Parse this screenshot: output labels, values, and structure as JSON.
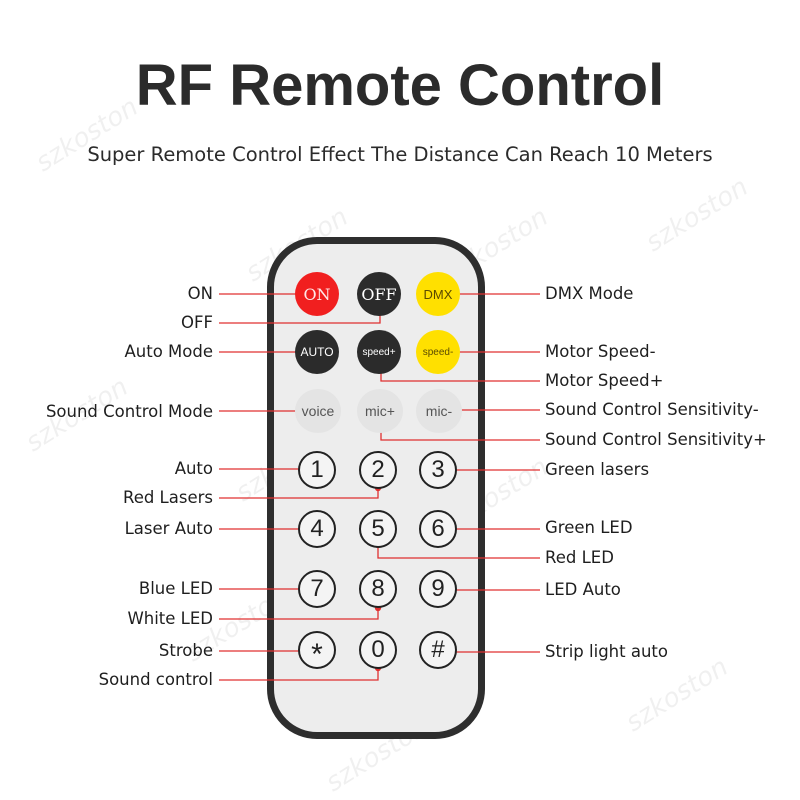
{
  "title": "RF Remote Control",
  "subtitle": "Super Remote Control Effect The Distance Can Reach 10 Meters",
  "watermark": "szkoston",
  "colors": {
    "leader": "#e03030",
    "button_red": "#f11f1f",
    "button_black": "#2b2b2b",
    "button_yellow": "#ffe000",
    "remote_body": "#ededed"
  },
  "buttons": {
    "on": "ON",
    "off": "OFF",
    "dmx": "DMX",
    "auto": "AUTO",
    "speed_plus": "speed+",
    "speed_minus": "speed-",
    "voice": "voice",
    "mic_plus": "mic+",
    "mic_minus": "mic-",
    "n1": "1",
    "n2": "2",
    "n3": "3",
    "n4": "4",
    "n5": "5",
    "n6": "6",
    "n7": "7",
    "n8": "8",
    "n9": "9",
    "star": "*",
    "n0": "0",
    "hash": "#"
  },
  "labels": {
    "on": "ON",
    "off": "OFF",
    "auto_mode": "Auto Mode",
    "sound_control_mode": "Sound Control Mode",
    "auto": "Auto",
    "red_lasers": "Red Lasers",
    "laser_auto": "Laser Auto",
    "blue_led": "Blue LED",
    "white_led": "White LED",
    "strobe": "Strobe",
    "sound_control": "Sound control",
    "dmx_mode": "DMX Mode",
    "motor_speed_minus": "Motor Speed-",
    "motor_speed_plus": "Motor Speed+",
    "sound_sens_minus": "Sound Control Sensitivity-",
    "sound_sens_plus": "Sound Control Sensitivity+",
    "green_lasers": "Green lasers",
    "green_led": "Green LED",
    "red_led": "Red LED",
    "led_auto": "LED Auto",
    "strip_light_auto": "Strip light auto"
  }
}
